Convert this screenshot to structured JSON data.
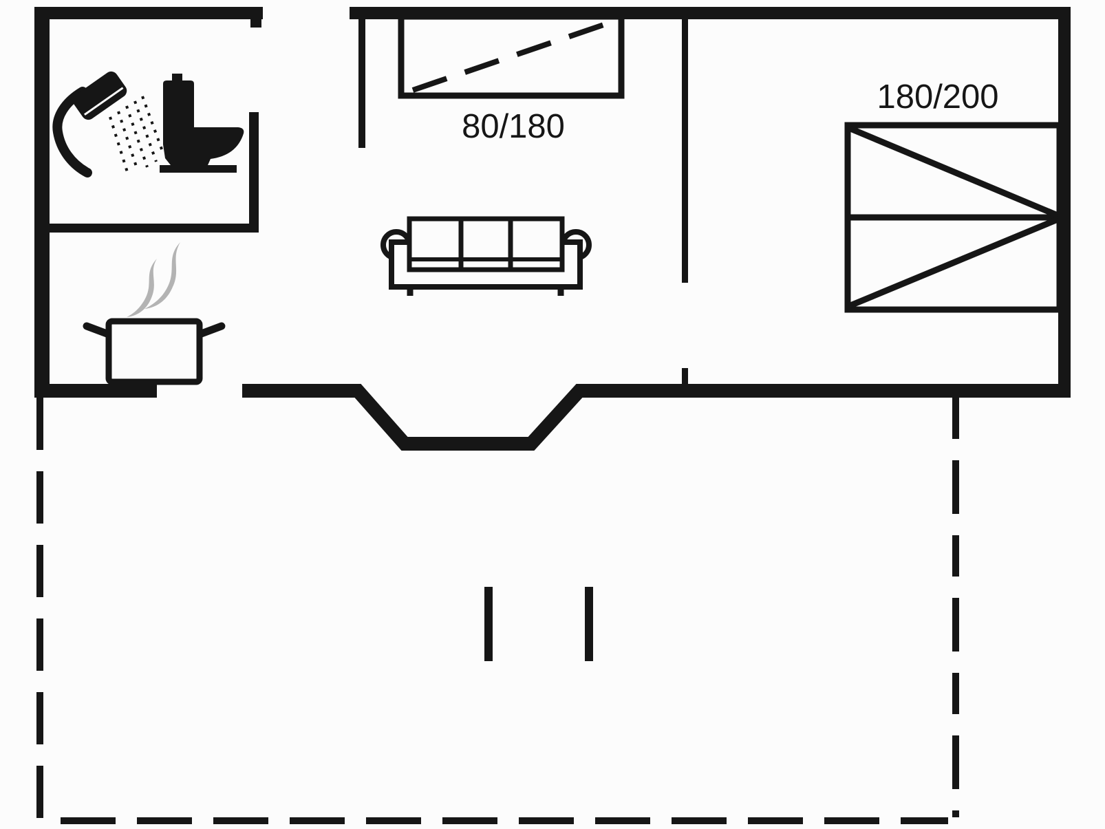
{
  "document": {
    "kind": "floor-plan-drawing",
    "background_color": "#fcfcfc",
    "line_color": "#161616",
    "steam_color": "#b3b3b3"
  },
  "labels": {
    "single_bed_size": "80/180",
    "double_bed_size": "180/200"
  },
  "rooms": [
    {
      "id": "bathroom",
      "icons": [
        "shower-icon",
        "toilet-icon"
      ]
    },
    {
      "id": "kitchen",
      "icons": [
        "cooking-pot-icon",
        "steam-icon"
      ]
    },
    {
      "id": "living-room",
      "icons": [
        "sofa-icon",
        "single-bed-icon"
      ],
      "bed_label": "80/180"
    },
    {
      "id": "bedroom",
      "icons": [
        "double-bed-icon"
      ],
      "bed_label": "180/200"
    },
    {
      "id": "terrace",
      "icons": [
        "terrace-post-icon",
        "terrace-post-icon"
      ],
      "boundary_style": "dashed"
    }
  ]
}
